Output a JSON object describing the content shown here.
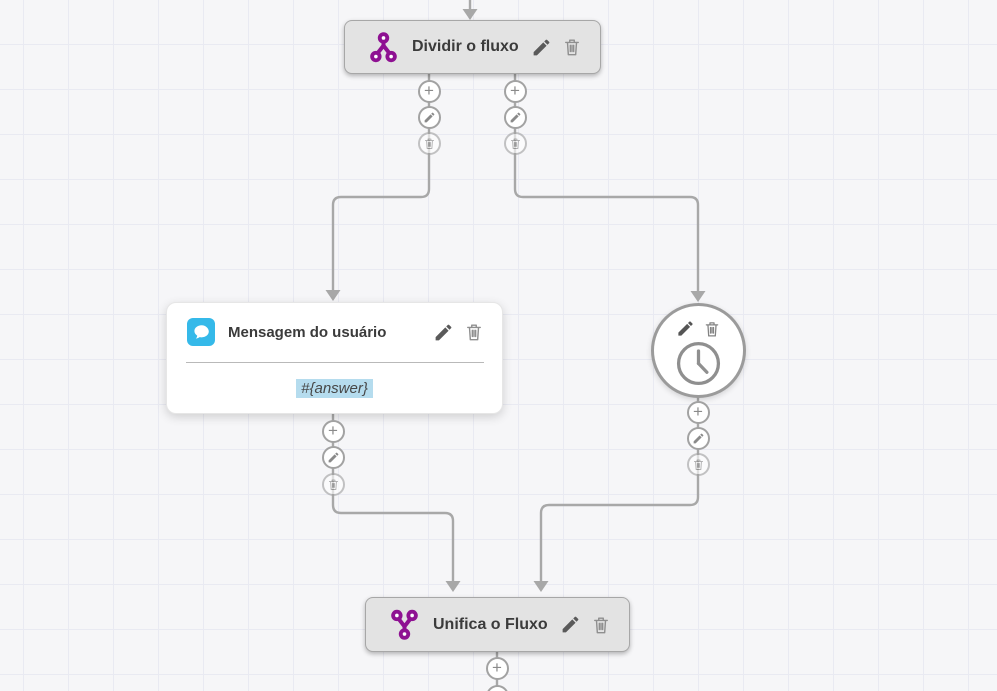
{
  "flow": {
    "dividir": {
      "label": "Dividir o fluxo"
    },
    "mensagem": {
      "label": "Mensagem do usuário",
      "content": "#{answer}"
    },
    "timer": {
      "name": "timer-node"
    },
    "unifica": {
      "label": "Unifica o Fluxo"
    }
  },
  "buttons": {
    "add": "+"
  },
  "icons": {
    "split": "split-flow-icon",
    "merge": "merge-flow-icon",
    "chat": "chat-bubble-icon",
    "clock": "clock-icon",
    "pencil": "edit-pencil-icon",
    "trash": "delete-trash-icon",
    "plus": "add-plus-icon",
    "arrowhead": "arrow-down"
  },
  "colors": {
    "purple": "#8e1192",
    "blue": "#35b9e9",
    "highlight": "#b5dcee",
    "node-gray": "#e3e3e3",
    "node-border": "#a7a7a7",
    "connector": "#a8a8a8",
    "text": "#3b3b3b",
    "icon-gray": "#8a8a8a",
    "bg": "#f6f6f8",
    "grid": "#e9eaf2"
  }
}
